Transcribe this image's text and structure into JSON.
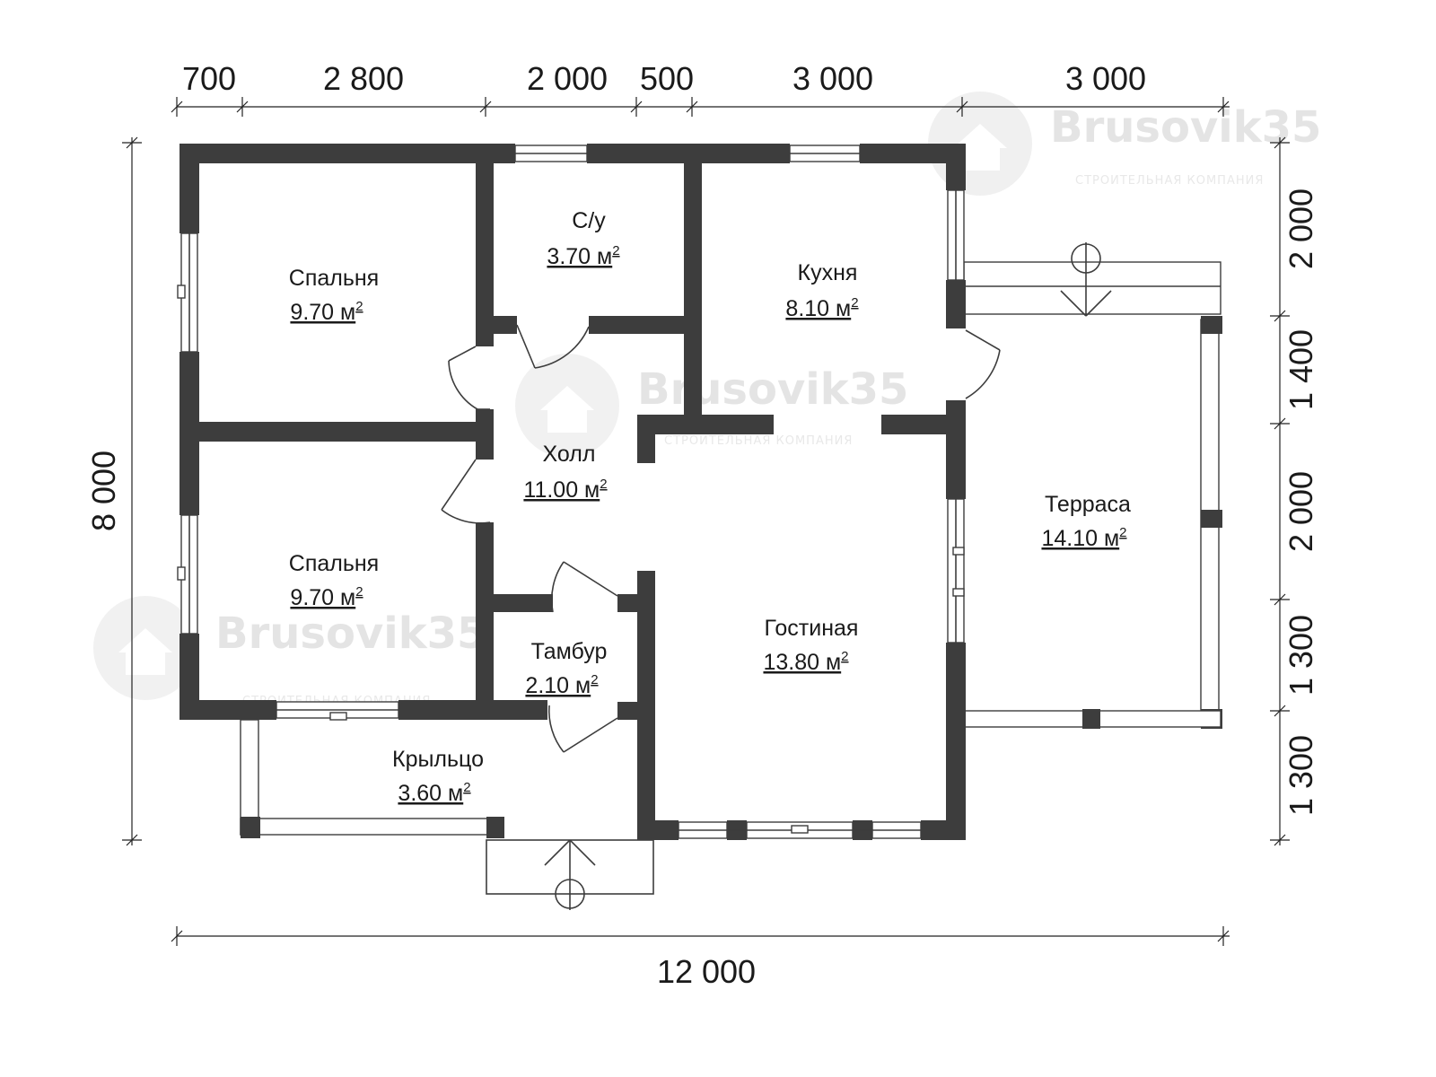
{
  "dimensions": {
    "top": [
      "700",
      "2 800",
      "2 000",
      "500",
      "3 000",
      "3 000"
    ],
    "right": [
      "2 000",
      "1 400",
      "2 000",
      "1 300",
      "1 300"
    ],
    "left": "8 000",
    "bottom": "12 000"
  },
  "rooms": {
    "bedroom1": {
      "name": "Спальня",
      "area": "9.70 м",
      "unit_exp": "2"
    },
    "bathroom": {
      "name": "С/у",
      "area": "3.70 м",
      "unit_exp": "2"
    },
    "kitchen": {
      "name": "Кухня",
      "area": "8.10 м",
      "unit_exp": "2"
    },
    "hall": {
      "name": "Холл",
      "area": "11.00 м",
      "unit_exp": "2"
    },
    "bedroom2": {
      "name": "Спальня",
      "area": "9.70 м",
      "unit_exp": "2"
    },
    "vestibule": {
      "name": "Тамбур",
      "area": "2.10 м",
      "unit_exp": "2"
    },
    "living": {
      "name": "Гостиная",
      "area": "13.80 м",
      "unit_exp": "2"
    },
    "terrace": {
      "name": "Терраса",
      "area": "14.10 м",
      "unit_exp": "2"
    },
    "porch": {
      "name": "Крыльцо",
      "area": "3.60 м",
      "unit_exp": "2"
    }
  },
  "watermark": {
    "brand": "Brusovik35",
    "tagline": "СТРОИТЕЛЬНАЯ КОМПАНИЯ"
  }
}
